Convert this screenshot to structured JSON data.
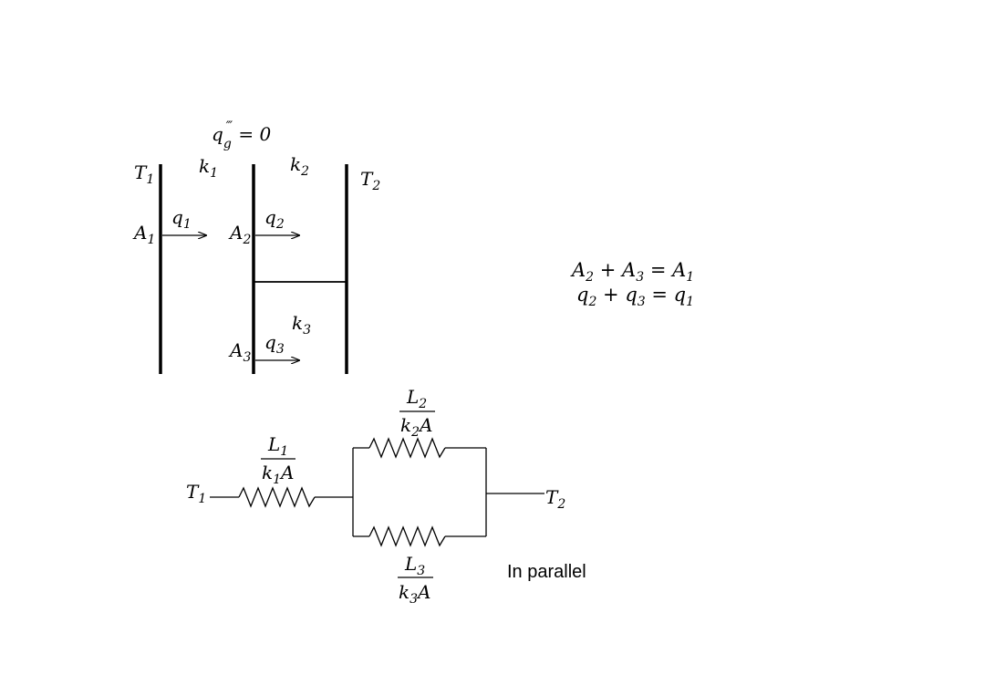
{
  "wall": {
    "generation": {
      "base": "q",
      "sub": "g",
      "sup": "‴",
      "rest": " = 0"
    },
    "t1": {
      "base": "T",
      "sub": "1"
    },
    "t2": {
      "base": "T",
      "sub": "2"
    },
    "k1": {
      "base": "k",
      "sub": "1"
    },
    "k2": {
      "base": "k",
      "sub": "2"
    },
    "k3": {
      "base": "k",
      "sub": "3"
    },
    "a1": {
      "base": "A",
      "sub": "1"
    },
    "a2": {
      "base": "A",
      "sub": "2"
    },
    "a3": {
      "base": "A",
      "sub": "3"
    },
    "q1": {
      "base": "q",
      "sub": "1"
    },
    "q2": {
      "base": "q",
      "sub": "2"
    },
    "q3": {
      "base": "q",
      "sub": "3"
    }
  },
  "equations": {
    "area": {
      "a": "A",
      "a_sub": "2",
      "op1": " + ",
      "b": "A",
      "b_sub": "3",
      "op2": " = ",
      "c": "A",
      "c_sub": "1"
    },
    "flux": {
      "a": "q",
      "a_sub": "2",
      "op1": " + ",
      "b": "q",
      "b_sub": "3",
      "op2": " = ",
      "c": "q",
      "c_sub": "1"
    }
  },
  "circuit": {
    "t1": {
      "base": "T",
      "sub": "1"
    },
    "t2": {
      "base": "T",
      "sub": "2"
    },
    "r1": {
      "num": "L",
      "num_sub": "1",
      "den": "k",
      "den_sub": "1",
      "den_rest": "A"
    },
    "r2": {
      "num": "L",
      "num_sub": "2",
      "den": "k",
      "den_sub": "2",
      "den_rest": "A"
    },
    "r3": {
      "num": "L",
      "num_sub": "3",
      "den": "k",
      "den_sub": "3",
      "den_rest": "A"
    },
    "note": "In parallel"
  }
}
